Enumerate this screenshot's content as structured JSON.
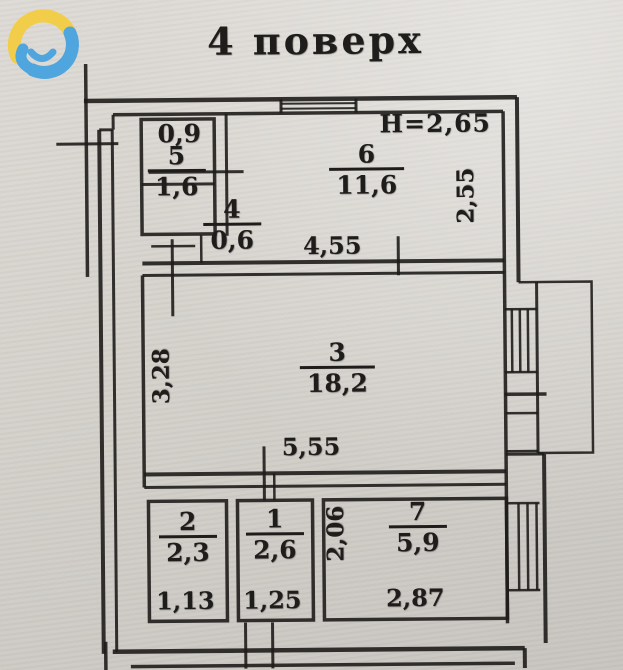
{
  "page": {
    "title": "4 поверх"
  },
  "plan": {
    "height_note": "H=2,65",
    "rooms": {
      "closet": {
        "area": "0,9"
      },
      "r5": {
        "number": "5",
        "area": "1,6"
      },
      "r4": {
        "number": "4",
        "area": "0,6"
      },
      "r6": {
        "number": "6",
        "area": "11,6"
      },
      "r3": {
        "number": "3",
        "area": "18,2"
      },
      "r2": {
        "number": "2",
        "area": "2,3"
      },
      "r1": {
        "number": "1",
        "area": "2,6"
      },
      "r7": {
        "number": "7",
        "area": "5,9"
      }
    },
    "dims": {
      "top_width": "4,55",
      "mid_width": "5,55",
      "room6_depth": "2,55",
      "room3_depth": "3,28",
      "room2_width": "1,13",
      "room1_width": "1,25",
      "room7_width": "2,87",
      "room7_depth": "2,06"
    }
  },
  "colors": {
    "ink": "#1e1d1b",
    "paper": "#d5d2cc",
    "logo_yellow": "#f2cd49",
    "logo_blue": "#4fa5dd"
  }
}
